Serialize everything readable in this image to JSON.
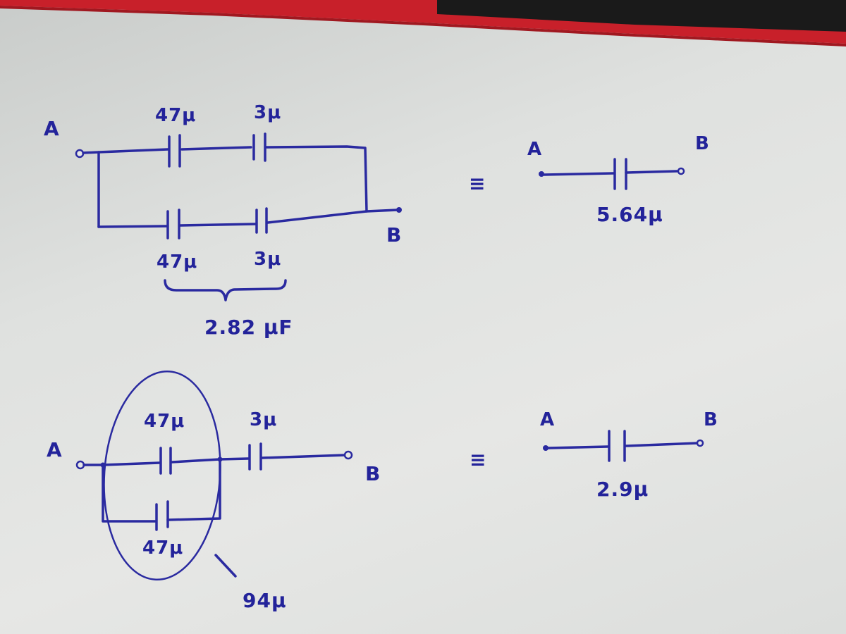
{
  "colors": {
    "ink": "#2a2aa0",
    "paper": "#e3e4e2",
    "edge_red": "#c8202a",
    "edge_dark": "#1a1a1a"
  },
  "circuit1": {
    "node_a": "A",
    "node_b": "B",
    "top_cap1": "47μ",
    "top_cap2": "3μ",
    "bottom_cap1": "47μ",
    "bottom_cap2": "3μ",
    "series_result": "2.82 μF",
    "equiv_symbol": "≡",
    "equiv_a": "A",
    "equiv_b": "B",
    "equiv_value": "5.64μ"
  },
  "circuit2": {
    "node_a": "A",
    "node_b": "B",
    "top_cap": "47μ",
    "series_cap": "3μ",
    "bottom_cap": "47μ",
    "parallel_result": "94μ",
    "equiv_symbol": "≡",
    "equiv_a": "A",
    "equiv_b": "B",
    "equiv_value": "2.9μ"
  }
}
